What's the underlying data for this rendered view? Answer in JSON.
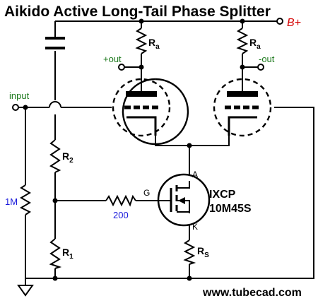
{
  "title": "Aikido Active Long-Tail Phase Splitter",
  "supply": {
    "label": "B+",
    "color": "#d40000"
  },
  "labels": {
    "input": "input",
    "plus_out": "+out",
    "minus_out": "-out",
    "ra_left": "R",
    "ra_left_sub": "a",
    "ra_right": "R",
    "ra_right_sub": "a",
    "r2": "R",
    "r2_sub": "2",
    "r1": "R",
    "r1_sub": "1",
    "rs": "R",
    "rs_sub": "S",
    "one_meg": "1M",
    "gate_resistor": "200",
    "gate": "G",
    "drain": "A",
    "source": "K",
    "mosfet_line1": "IXCP",
    "mosfet_line2": "10M45S",
    "website": "www.tubecad.com"
  },
  "colors": {
    "wire": "#000000",
    "node_label": "#1e7a1e",
    "value_label": "#1a1adb"
  }
}
